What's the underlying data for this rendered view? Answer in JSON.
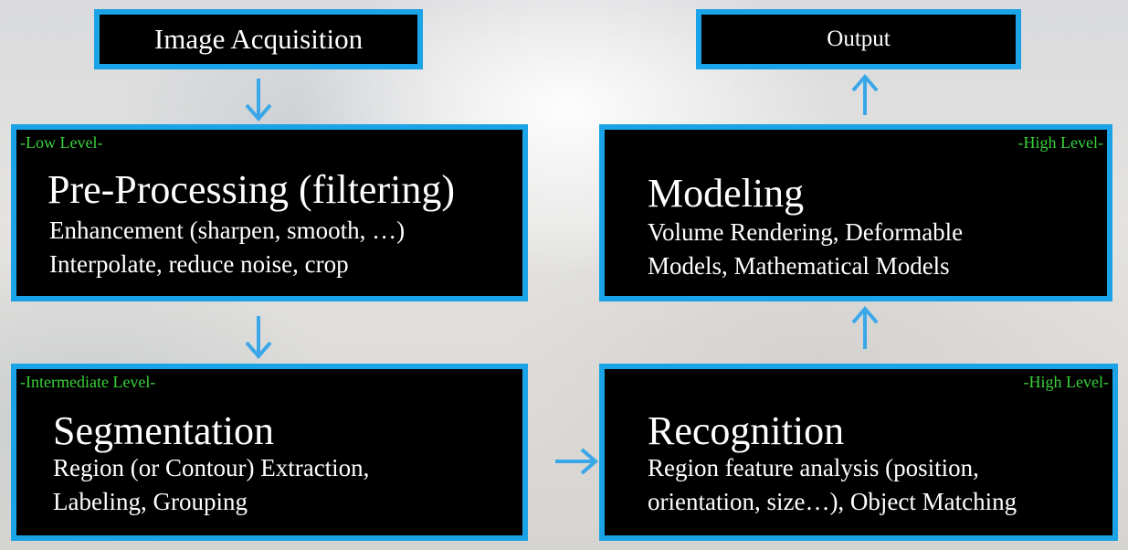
{
  "nodes": {
    "acquisition": {
      "title": "Image Acquisition"
    },
    "output": {
      "title": "Output"
    },
    "preprocessing": {
      "level": "-Low Level-",
      "title": "Pre-Processing (filtering)",
      "lines": [
        "Enhancement (sharpen, smooth, …)",
        "Interpolate, reduce noise, crop"
      ]
    },
    "modeling": {
      "level": "-High Level-",
      "title": "Modeling",
      "lines": [
        "Volume Rendering, Deformable",
        "Models,  Mathematical Models"
      ]
    },
    "segmentation": {
      "level": "-Intermediate Level-",
      "title": "Segmentation",
      "lines": [
        "Region (or Contour)  Extraction,",
        "Labeling, Grouping"
      ]
    },
    "recognition": {
      "level": "-High Level-",
      "title": "Recognition",
      "lines": [
        "Region feature analysis (position,",
        "orientation, size…),  Object Matching"
      ]
    }
  },
  "colors": {
    "border": "#1aa3e6",
    "box_fill": "#000000",
    "level_text": "#3ad13a",
    "arrow": "#3aa7e8"
  }
}
